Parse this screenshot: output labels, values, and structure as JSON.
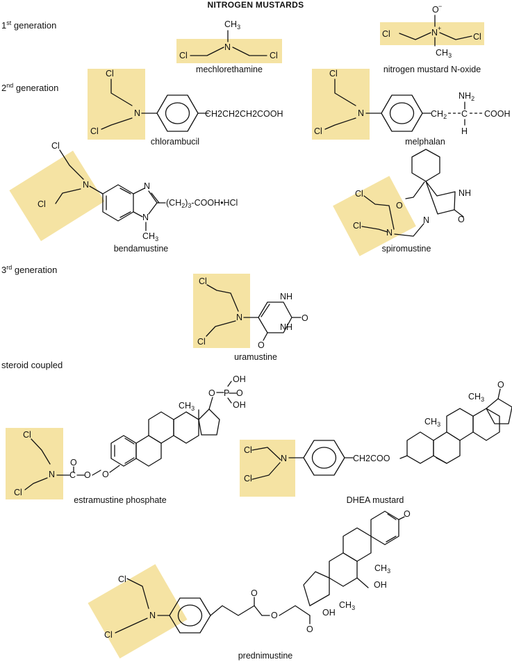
{
  "title": "NITROGEN MUSTARDS",
  "sections": [
    {
      "ord": "1",
      "sup": "st",
      "label": " generation"
    },
    {
      "ord": "2",
      "sup": "nd",
      "label": " generation"
    },
    {
      "ord": "3",
      "sup": "rd",
      "label": " generation"
    },
    {
      "ord": "",
      "sup": "",
      "label": "steroid coupled"
    }
  ],
  "compounds": [
    {
      "name": "mechlorethamine"
    },
    {
      "name": "nitrogen mustard N-oxide"
    },
    {
      "name": "chlorambucil",
      "chain": "CH2CH2CH2COOH"
    },
    {
      "name": "melphalan"
    },
    {
      "name": "bendamustine",
      "tail": "(CH2)3-COOH•HCl"
    },
    {
      "name": "spiromustine"
    },
    {
      "name": "uramustine"
    },
    {
      "name": "estramustine phosphate"
    },
    {
      "name": "DHEA mustard",
      "chain": "CH2COO"
    },
    {
      "name": "prednimustine"
    }
  ],
  "highlight_color": "#f5e3a3"
}
